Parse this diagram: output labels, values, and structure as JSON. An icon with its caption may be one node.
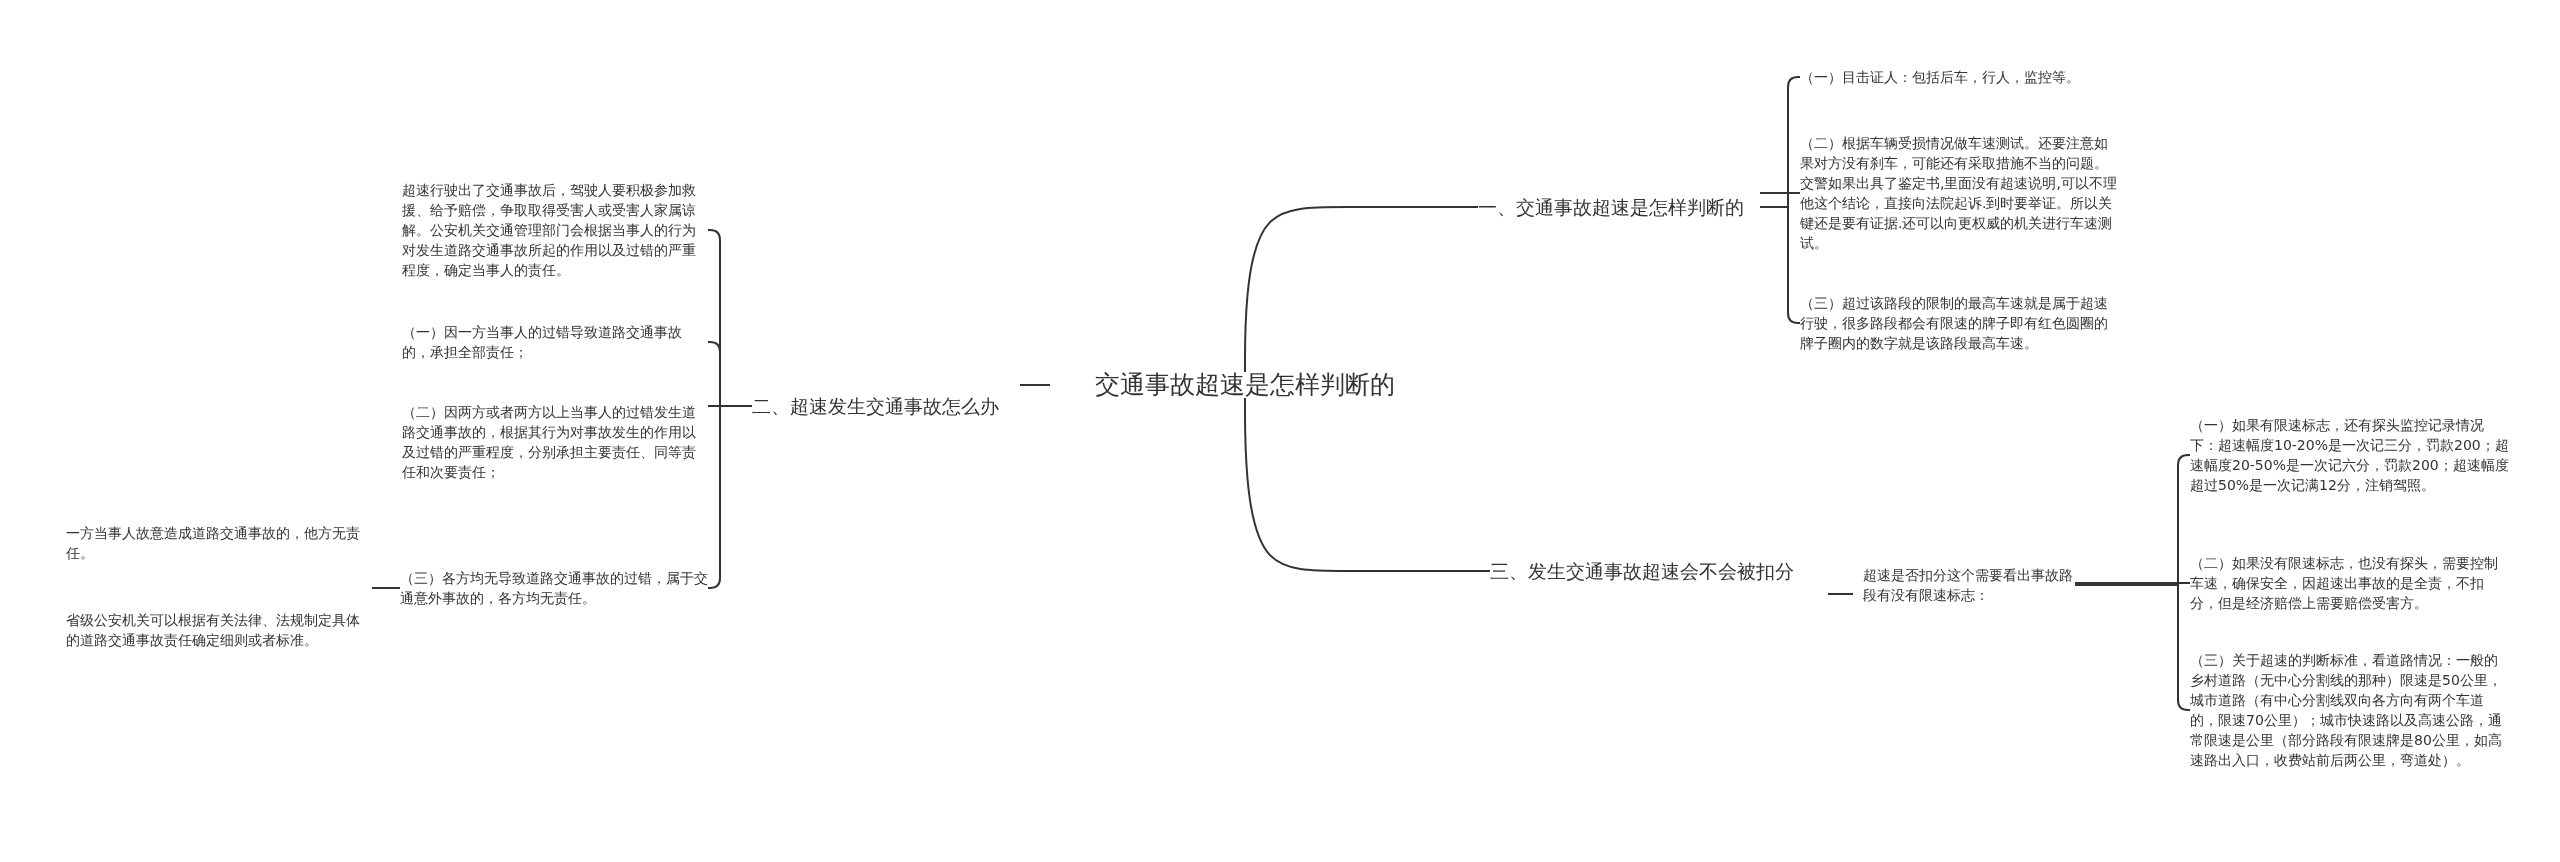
{
  "diagram": {
    "nodes": [
      {
        "text": [
          "交通事故超速是怎样判断的"
        ]
      },
      {
        "text": [
          "一、交通事故超速是怎样判断的"
        ]
      },
      {
        "text": [
          "（一）目击证人：包括后车，行人，监控等。"
        ]
      },
      {
        "text": [
          "（二）根据车辆受损情况做车速测试。还要注意如果对方没有刹车，可能还有采取措施不当的问题。交警如果出具了鉴定书,里面没有超速说明,可以不理他这个结论，直接向法院起诉.到时要举证。所以关键还是要有证据.还可以向更权威的机关进行车速测试。"
        ]
      },
      {
        "text": [
          "（三）超过该路段的限制的最高车速就是属于超速行驶，很多路段都会有限速的牌子即有红色圆圈的牌子圈内的数字就是该路段最高车速。"
        ]
      },
      {
        "text": [
          "二、超速发生交通事故怎么办"
        ]
      },
      {
        "text": [
          "超速行驶出了交通事故后，驾驶人要积极参加救援、给予赔偿，争取取得受害人或受害人家属谅解。公安机关交通管理部门会根据当事人的行为对发生道路交通事故所起的作用以及过错的严重程度，确定当事人的责任。"
        ]
      },
      {
        "text": [
          "（一）因一方当事人的过错导致道路交通事故的，承担全部责任；"
        ]
      },
      {
        "text": [
          "（二）因两方或者两方以上当事人的过错发生道路交通事故的，根据其行为对事故发生的作用以及过错的严重程度，分别承担主要责任、同等责任和次要责任；"
        ]
      },
      {
        "text": [
          "（三）各方均无导致道路交通事故的过错，属于交通意外事故的，各方均无责任。"
        ]
      },
      {
        "text": [
          "一方当事人故意造成道路交通事故的，他方无责任。"
        ]
      },
      {
        "text": [
          "省级公安机关可以根据有关法律、法规制定具体的道路交通事故责任确定细则或者标准。"
        ]
      },
      {
        "text": [
          "三、发生交通事故超速会不会被扣分"
        ]
      },
      {
        "text": [
          "超速是否扣分这个需要看出事故路段有没有限速标志："
        ]
      },
      {
        "text": [
          "（一）如果有限速标志，还有探头监控记录情况下：超速幅度10-20%是一次记三分，罚款200；超速幅度20-50%是一次记六分，罚款200；超速幅度超过50%是一次记满12分，注销驾照。"
        ]
      },
      {
        "text": [
          "（二）如果没有限速标志，也没有探头，需要控制车速，确保安全，因超速出事故的是全责，不扣分，但是经济赔偿上需要赔偿受害方。"
        ]
      },
      {
        "text": [
          "（三）关于超速的判断标准，看道路情况：一般的乡村道路（无中心分割线的那种）限速是50公里，城市道路（有中心分割线双向各方向有两个车道的，限速70公里）；城市快速路以及高速公路，通常限速是公里（部分路段有限速牌是80公里，如高速路出入口，收费站前后两公里，弯道处）。"
        ]
      }
    ],
    "edges": [
      {
        "from": 0,
        "to": 1,
        "arrow": "none"
      },
      {
        "from": 0,
        "to": 5,
        "arrow": "none"
      },
      {
        "from": 0,
        "to": 12,
        "arrow": "none"
      },
      {
        "from": 1,
        "to": 2,
        "arrow": "none"
      },
      {
        "from": 1,
        "to": 3,
        "arrow": "none"
      },
      {
        "from": 1,
        "to": 4,
        "arrow": "none"
      },
      {
        "from": 5,
        "to": 6,
        "arrow": "none"
      },
      {
        "from": 5,
        "to": 7,
        "arrow": "none"
      },
      {
        "from": 5,
        "to": 8,
        "arrow": "none"
      },
      {
        "from": 5,
        "to": 9,
        "arrow": "none"
      },
      {
        "from": 9,
        "to": 10,
        "arrow": "none"
      },
      {
        "from": 9,
        "to": 11,
        "arrow": "none"
      },
      {
        "from": 12,
        "to": 13,
        "arrow": "none"
      },
      {
        "from": 13,
        "to": 14,
        "arrow": "none"
      },
      {
        "from": 13,
        "to": 15,
        "arrow": "none"
      },
      {
        "from": 13,
        "to": 16,
        "arrow": "none"
      }
    ]
  }
}
